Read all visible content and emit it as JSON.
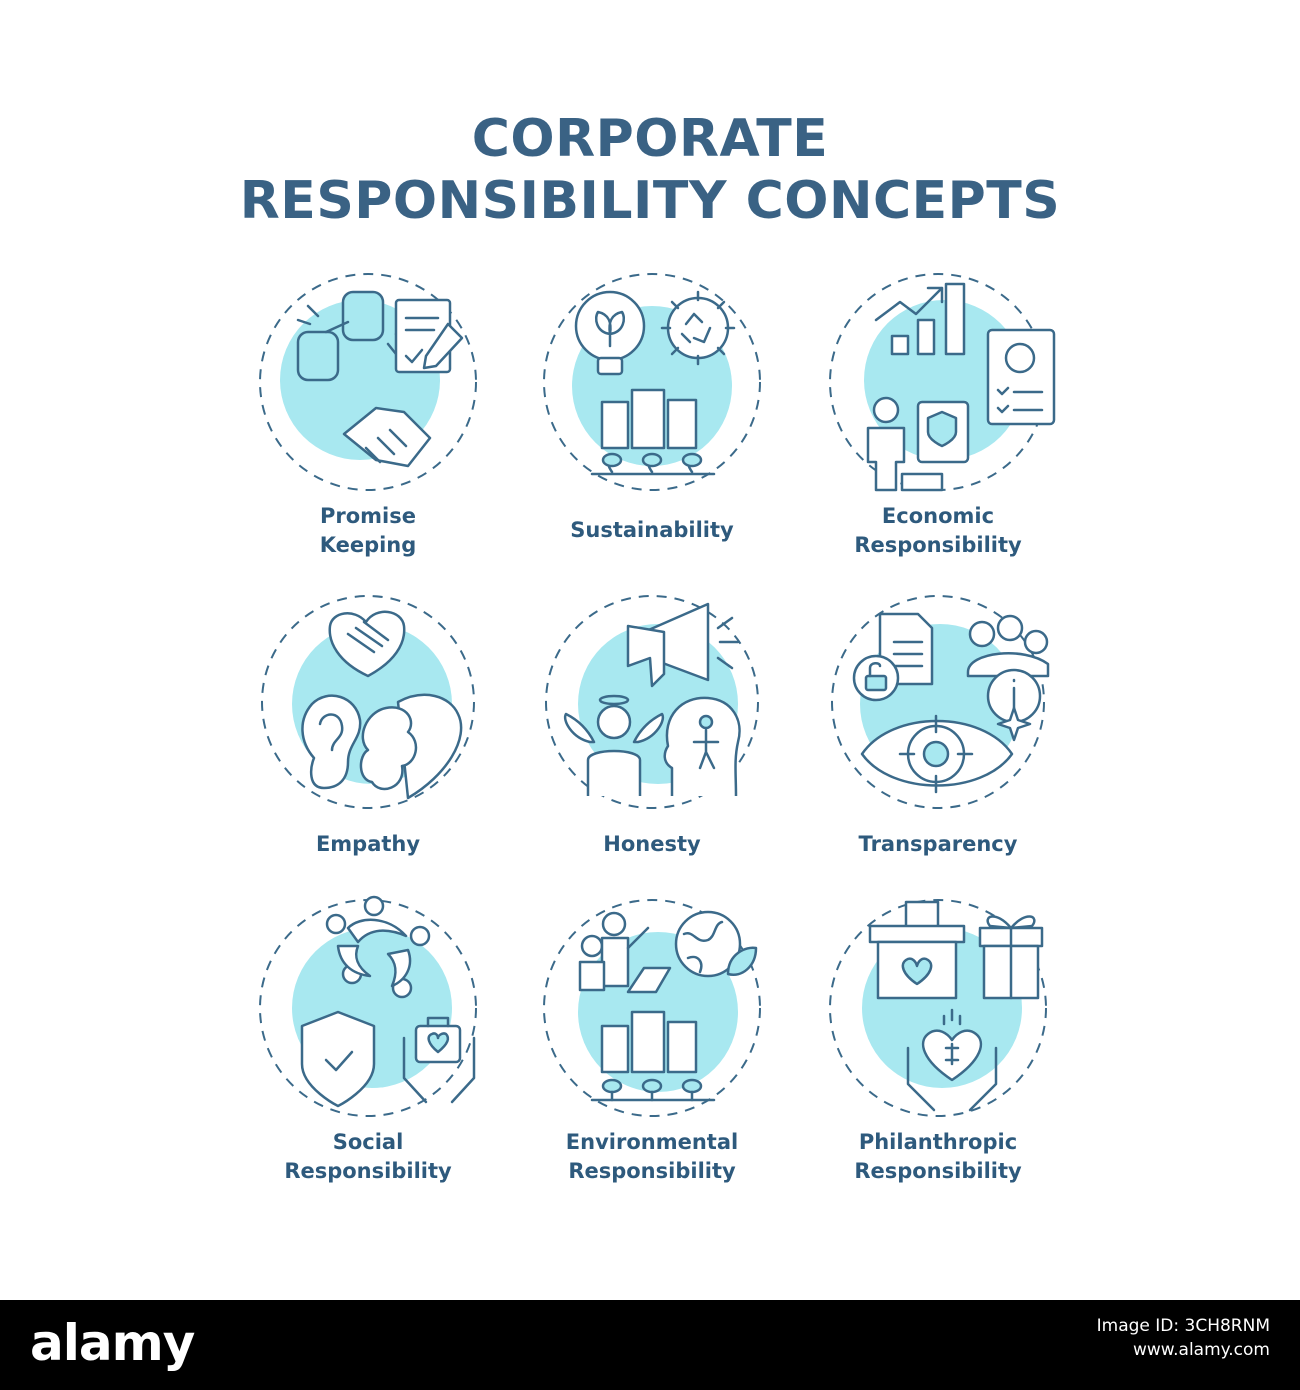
{
  "title": {
    "line1": "CORPORATE",
    "line2": "RESPONSIBILITY CONCEPTS"
  },
  "colors": {
    "heading": "#3a6284",
    "circle_fill": "#a8e8f0",
    "outline": "#3b6a8a"
  },
  "concepts": [
    {
      "line1": "Promise",
      "line2": "Keeping",
      "icons": [
        "fist-bump-icon",
        "document-pen-icon",
        "handshake-icon"
      ]
    },
    {
      "line1": "Sustainability",
      "line2": "",
      "icons": [
        "eco-bulb-icon",
        "recycle-gear-icon",
        "green-city-icon"
      ]
    },
    {
      "line1": "Economic",
      "line2": "Responsibility",
      "icons": [
        "growth-chart-icon",
        "invoice-icon",
        "presenter-icon"
      ]
    },
    {
      "line1": "Empathy",
      "line2": "",
      "icons": [
        "heart-hands-icon",
        "ear-icon",
        "brain-heart-icon"
      ]
    },
    {
      "line1": "Honesty",
      "line2": "",
      "icons": [
        "megaphone-icon",
        "angel-icon",
        "meditation-head-icon"
      ]
    },
    {
      "line1": "Transparency",
      "line2": "",
      "icons": [
        "unlocked-document-icon",
        "info-group-icon",
        "eye-target-icon"
      ]
    },
    {
      "line1": "Social",
      "line2": "Responsibility",
      "icons": [
        "community-circle-icon",
        "shield-check-icon",
        "hands-care-icon"
      ]
    },
    {
      "line1": "Environmental",
      "line2": "Responsibility",
      "icons": [
        "teacher-icon",
        "globe-leaf-icon",
        "green-city-icon"
      ]
    },
    {
      "line1": "Philanthropic",
      "line2": "Responsibility",
      "icons": [
        "donation-box-icon",
        "gift-icon",
        "hands-heart-coin-icon"
      ]
    }
  ],
  "footer": {
    "brand": "alamy",
    "image_id": "Image ID: 3CH8RNM",
    "site": "www.alamy.com"
  }
}
